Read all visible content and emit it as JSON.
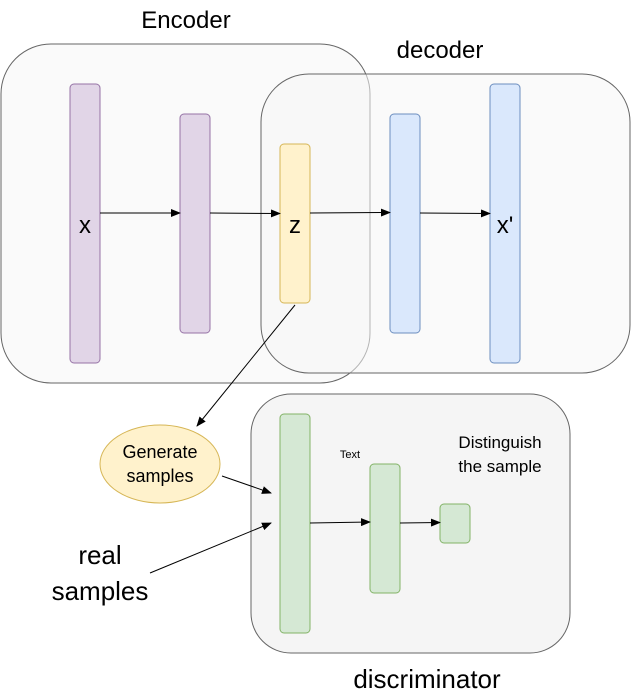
{
  "encoder": {
    "title": "Encoder",
    "input_label": "x"
  },
  "decoder": {
    "title": "decoder",
    "output_label": "x'"
  },
  "latent": {
    "label": "z"
  },
  "generate": {
    "line1": "Generate",
    "line2": "samples"
  },
  "real": {
    "line1": "real",
    "line2": "samples"
  },
  "discriminator": {
    "title": "discriminator",
    "small_text": "Text",
    "note_line1": "Distinguish",
    "note_line2": "the sample"
  },
  "colors": {
    "group_fill": "#f5f5f5",
    "group_stroke": "#666666",
    "encoder_fill": "#e1d5e7",
    "encoder_stroke": "#9673a6",
    "latent_fill": "#fff2cc",
    "latent_stroke": "#d6b656",
    "decoder_fill": "#dae8fc",
    "decoder_stroke": "#6c8ebf",
    "disc_fill": "#d5e8d4",
    "disc_stroke": "#82b366",
    "generate_fill": "#fff2cc",
    "generate_stroke": "#d6b656"
  }
}
